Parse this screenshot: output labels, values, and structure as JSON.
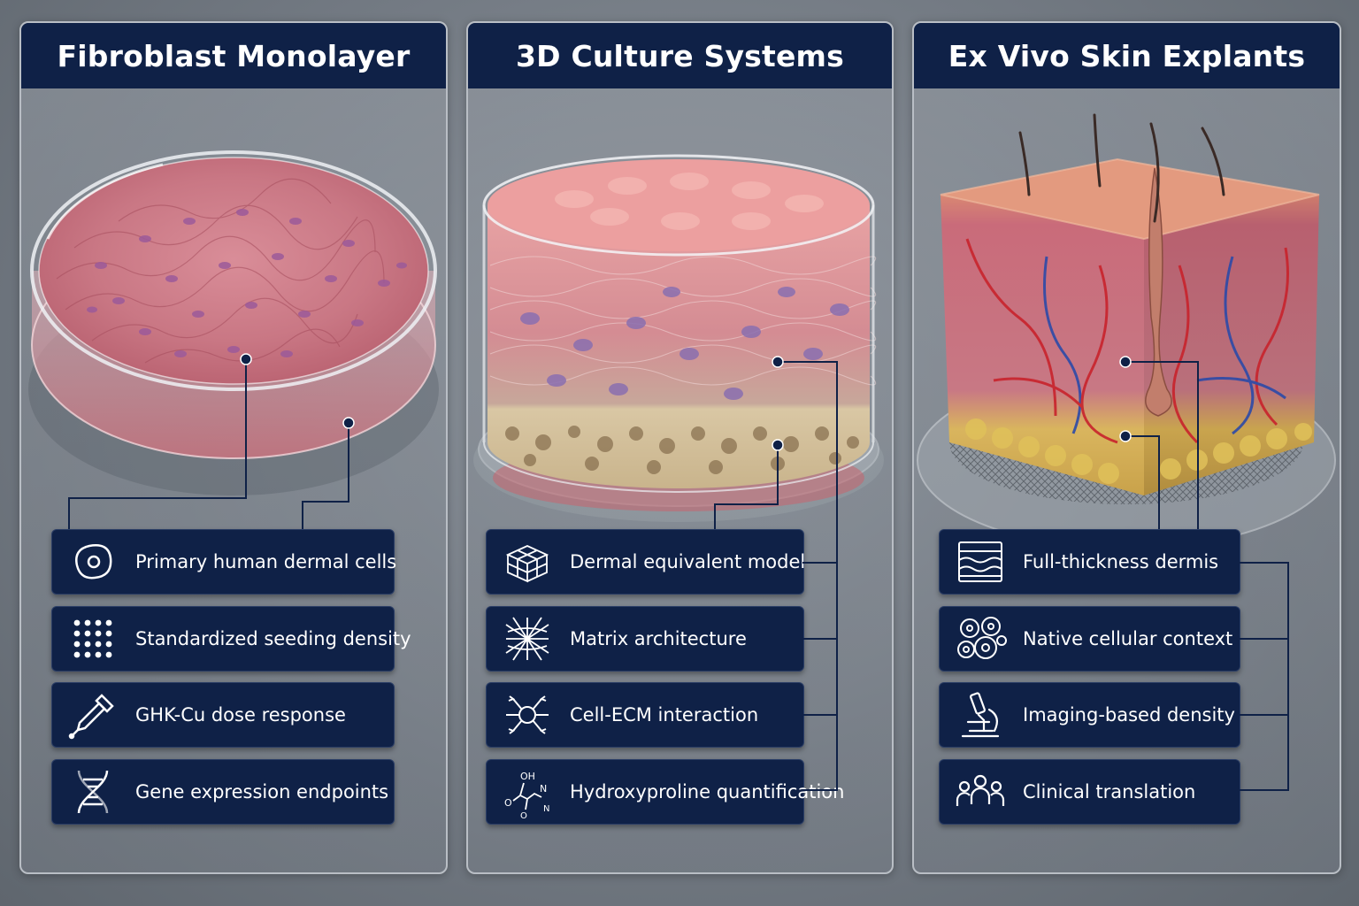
{
  "panels": [
    {
      "title": "Fibroblast Monolayer",
      "illustration": "petri-dish-with-fibroblast-cells",
      "features": [
        {
          "label": "Primary human dermal cells",
          "icon": "cell-icon"
        },
        {
          "label": "Standardized seeding density",
          "icon": "dot-grid-icon"
        },
        {
          "label": "GHK-Cu dose response",
          "icon": "dropper-icon"
        },
        {
          "label": "Gene expression endpoints",
          "icon": "dna-icon"
        }
      ]
    },
    {
      "title": "3D Culture Systems",
      "illustration": "3d-dermal-equivalent-in-dish",
      "features": [
        {
          "label": "Dermal equivalent model",
          "icon": "cube-lattice-icon"
        },
        {
          "label": "Matrix architecture",
          "icon": "fiber-mesh-icon"
        },
        {
          "label": "Cell-ECM interaction",
          "icon": "cell-anchors-icon"
        },
        {
          "label": "Hydroxyproline quantification",
          "icon": "molecule-icon"
        }
      ]
    },
    {
      "title": "Ex Vivo Skin Explants",
      "illustration": "skin-tissue-block-on-mesh",
      "features": [
        {
          "label": "Full-thickness dermis",
          "icon": "skin-layers-icon"
        },
        {
          "label": "Native cellular context",
          "icon": "cell-cluster-icon"
        },
        {
          "label": "Imaging-based density",
          "icon": "microscope-icon"
        },
        {
          "label": "Clinical translation",
          "icon": "people-icon"
        }
      ]
    }
  ],
  "colors": {
    "header_bg": "#0f2147",
    "card_bg": "#0f2147",
    "connector": "#0f2147",
    "text": "#ffffff"
  }
}
